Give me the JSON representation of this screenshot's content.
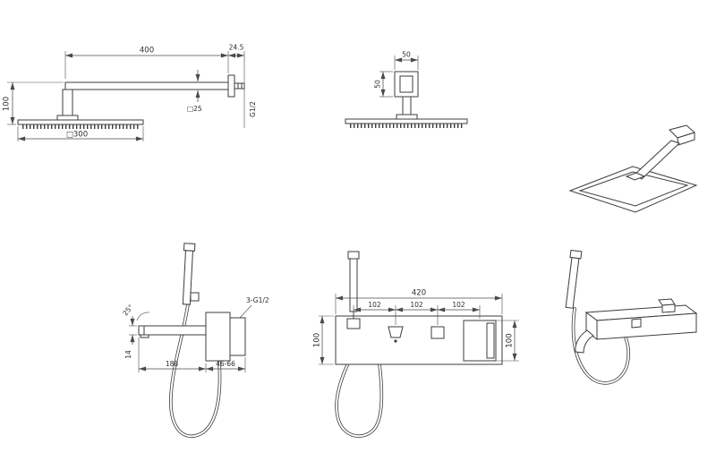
{
  "drawing": {
    "background": "#ffffff",
    "line_color": "#3c3c3c",
    "dim_color": "#4a4a4a",
    "views": {
      "head_side": {
        "arm_length": "400",
        "wall_offset": "24.5",
        "drop_height": "100",
        "head_size": "□300",
        "arm_section": "□25",
        "thread": "G1/2"
      },
      "head_front": {
        "bracket_width": "50",
        "bracket_height": "50"
      },
      "mixer_side": {
        "holder_angle": "25°",
        "connections": "3-G1/2",
        "spout_height": "14",
        "spout_reach": "188",
        "wall_depth_range": "46-66"
      },
      "mixer_front": {
        "plate_width": "420",
        "port_spacing_1": "102",
        "port_spacing_2": "102",
        "port_spacing_3": "102",
        "plate_height": "100",
        "handle_height": "100"
      }
    }
  }
}
